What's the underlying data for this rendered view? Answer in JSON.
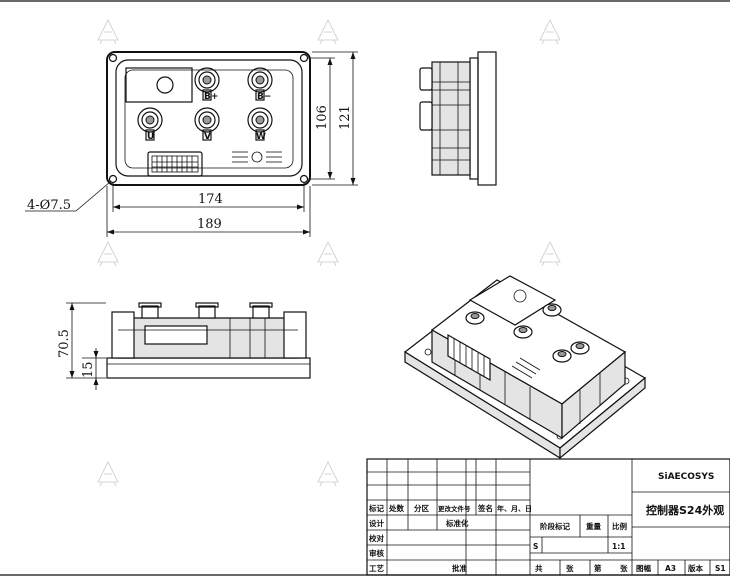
{
  "dimensions": {
    "width_overall": "189",
    "width_holes": "174",
    "height_overall": "121",
    "height_holes": "106",
    "side_height": "70.5",
    "base_height": "15",
    "holes": "4-Ø7.5"
  },
  "terminals": {
    "b_plus": "B+",
    "b_minus": "B−",
    "u": "U",
    "v": "V",
    "w": "W"
  },
  "title_block": {
    "company": "SiAECOSYS",
    "drawing_title": "控制器S24外观",
    "row_labels": {
      "mark": "标记",
      "count": "处数",
      "zone": "分区",
      "change_doc": "更改文件号",
      "sign": "签名",
      "date": "年、月、日",
      "design": "设计",
      "standardize": "标准化",
      "proof": "校对",
      "review": "审核",
      "process": "工艺",
      "approve": "批准"
    },
    "stage_mark": "阶段标记",
    "weight": "重量",
    "scale_label": "比例",
    "stage_value": "S",
    "scale_value": "1:1",
    "total_prefix": "共",
    "sheet_unit": "张",
    "sheet_prefix": "第",
    "sheet_unit2": "张",
    "format_label": "图幅",
    "format_value": "A3",
    "version_label": "版本",
    "version_value": "S1"
  }
}
